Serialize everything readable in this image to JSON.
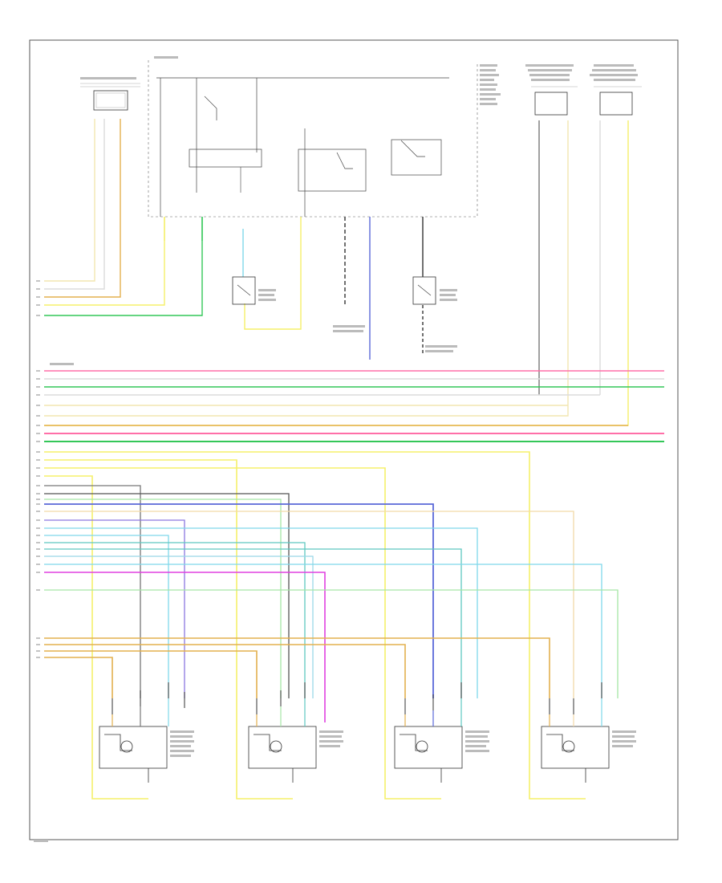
{
  "diagram": {
    "illegible_text_note": "",
    "footer_code": "",
    "colors": {
      "frame": "#444444",
      "wire_pink": "#ff6fa8",
      "wire_green": "#34c759",
      "wire_light_green": "#a6e6a6",
      "wire_yellow": "#f5f06a",
      "wire_tan": "#e3b04f",
      "wire_blue": "#5a68d8",
      "wire_light_blue": "#7fd8ea",
      "wire_violet": "#8c78e0",
      "wire_magenta": "#e040e0",
      "wire_teal": "#5ec8c0",
      "wire_gray": "#777777",
      "wire_black": "#333333",
      "wire_white": "#dcdcdc",
      "wire_cream": "#f2e6b0",
      "wire_dk_green": "#2e8b57"
    },
    "components": [
      {
        "id": "top-left-module",
        "type": "module"
      },
      {
        "id": "fuse-relay-block",
        "type": "relay-block"
      },
      {
        "id": "right-module-1",
        "type": "module"
      },
      {
        "id": "right-module-2",
        "type": "module"
      },
      {
        "id": "center-switch",
        "type": "switch"
      },
      {
        "id": "right-switch",
        "type": "switch"
      },
      {
        "id": "actuator-1",
        "type": "actuator"
      },
      {
        "id": "actuator-2",
        "type": "actuator"
      },
      {
        "id": "actuator-3",
        "type": "actuator"
      },
      {
        "id": "actuator-4",
        "type": "actuator"
      }
    ]
  }
}
